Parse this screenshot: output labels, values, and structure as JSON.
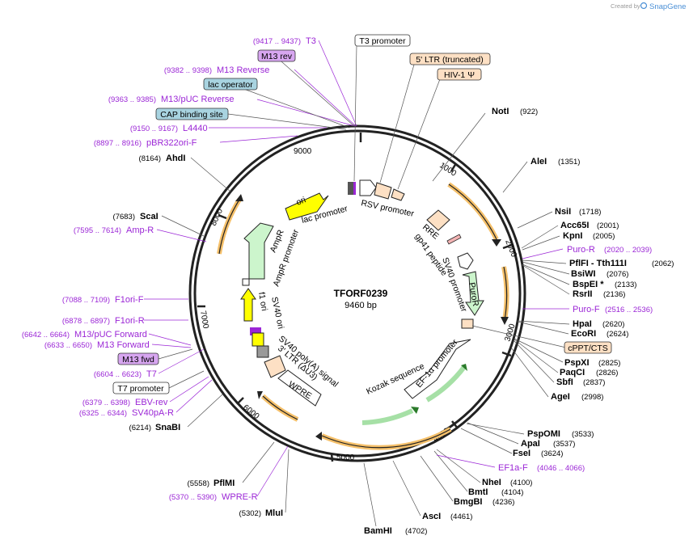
{
  "plasmid": {
    "name": "TFORF0239",
    "size": "9460 bp"
  },
  "watermark": {
    "created_by": "Created by",
    "brand": "SnapGene"
  },
  "sites": [
    {
      "name": "NotI",
      "pos": "(922)"
    },
    {
      "name": "AleI",
      "pos": "(1351)"
    },
    {
      "name": "NsiI",
      "pos": "(1718)"
    },
    {
      "name": "Acc65I",
      "pos": "(2001)"
    },
    {
      "name": "KpnI",
      "pos": "(2005)"
    },
    {
      "name": "PflFI - Tth111I",
      "pos": "(2062)"
    },
    {
      "name": "BsiWI",
      "pos": "(2076)"
    },
    {
      "name": "BspEI *",
      "pos": "(2133)"
    },
    {
      "name": "RsrII",
      "pos": "(2136)"
    },
    {
      "name": "HpaI",
      "pos": "(2620)"
    },
    {
      "name": "EcoRI",
      "pos": "(2624)"
    },
    {
      "name": "PspXI",
      "pos": "(2825)"
    },
    {
      "name": "PaqCI",
      "pos": "(2826)"
    },
    {
      "name": "SbfI",
      "pos": "(2837)"
    },
    {
      "name": "AgeI",
      "pos": "(2998)"
    },
    {
      "name": "PspOMI",
      "pos": "(3533)"
    },
    {
      "name": "ApaI",
      "pos": "(3537)"
    },
    {
      "name": "FseI",
      "pos": "(3624)"
    },
    {
      "name": "NheI",
      "pos": "(4100)"
    },
    {
      "name": "BmtI",
      "pos": "(4104)"
    },
    {
      "name": "BmgBI",
      "pos": "(4236)"
    },
    {
      "name": "AscI",
      "pos": "(4461)"
    },
    {
      "name": "BamHI",
      "pos": "(4702)"
    },
    {
      "name": "MluI",
      "pos": "(5302)"
    },
    {
      "name": "PflMI",
      "pos": "(5558)"
    },
    {
      "name": "SnaBI",
      "pos": "(6214)"
    },
    {
      "name": "ScaI",
      "pos": "(7683)"
    },
    {
      "name": "AhdI",
      "pos": "(8164)"
    }
  ],
  "primers": [
    {
      "name": "T3",
      "pos": "(9417 .. 9437)"
    },
    {
      "name": "M13 Reverse",
      "pos": "(9382 .. 9398)"
    },
    {
      "name": "M13/pUC Reverse",
      "pos": "(9363 .. 9385)"
    },
    {
      "name": "L4440",
      "pos": "(9150 .. 9167)"
    },
    {
      "name": "pBR322ori-F",
      "pos": "(8897 .. 8916)"
    },
    {
      "name": "Amp-R",
      "pos": "(7595 .. 7614)"
    },
    {
      "name": "F1ori-F",
      "pos": "(7088 .. 7109)"
    },
    {
      "name": "F1ori-R",
      "pos": "(6878 .. 6897)"
    },
    {
      "name": "M13/pUC Forward",
      "pos": "(6642 .. 6664)"
    },
    {
      "name": "M13 Forward",
      "pos": "(6633 .. 6650)"
    },
    {
      "name": "T7",
      "pos": "(6604 .. 6623)"
    },
    {
      "name": "EBV-rev",
      "pos": "(6379 .. 6398)"
    },
    {
      "name": "SV40pA-R",
      "pos": "(6325 .. 6344)"
    },
    {
      "name": "WPRE-R",
      "pos": "(5370 .. 5390)"
    },
    {
      "name": "Puro-R",
      "pos": "(2020 .. 2039)"
    },
    {
      "name": "Puro-F",
      "pos": "(2516 .. 2536)"
    },
    {
      "name": "EF1a-F",
      "pos": "(4046 .. 4066)"
    }
  ],
  "boxes": [
    {
      "label": "M13 rev",
      "color": "#d7a6f0"
    },
    {
      "label": "lac operator",
      "color": "#a8d3e0"
    },
    {
      "label": "CAP binding site",
      "color": "#a8d3e0"
    },
    {
      "label": "M13 fwd",
      "color": "#d7a6f0"
    },
    {
      "label": "T7 promoter",
      "color": "#ffffff"
    },
    {
      "label": "T3 promoter",
      "color": "#ffffff"
    },
    {
      "label": "5' LTR (truncated)",
      "color": "#fde0c4"
    },
    {
      "label": "HIV-1 Ψ",
      "color": "#fde0c4"
    },
    {
      "label": "cPPT/CTS",
      "color": "#fde0c4"
    }
  ],
  "features": [
    "ori",
    "lac promoter",
    "RSV promoter",
    "RRE",
    "gp41 peptide",
    "SV40 promoter",
    "PuroR",
    "AmpR",
    "AmpR promoter",
    "f1 ori",
    "SV40 ori",
    "SV40 poly(A) signal",
    "3' LTR (ΔU3)",
    "WPRE",
    "Kozak sequence",
    "EF-1α promoter"
  ],
  "ticks": [
    "1000",
    "2000",
    "3000",
    "4000",
    "5000",
    "6000",
    "7000",
    "8000",
    "9000"
  ],
  "colors": {
    "primer": "#9b26d6",
    "ori": "#ffff00",
    "amp": "#ccf5cc",
    "ltr": "#fde0c4",
    "orf_arc": "#f5c06a"
  }
}
